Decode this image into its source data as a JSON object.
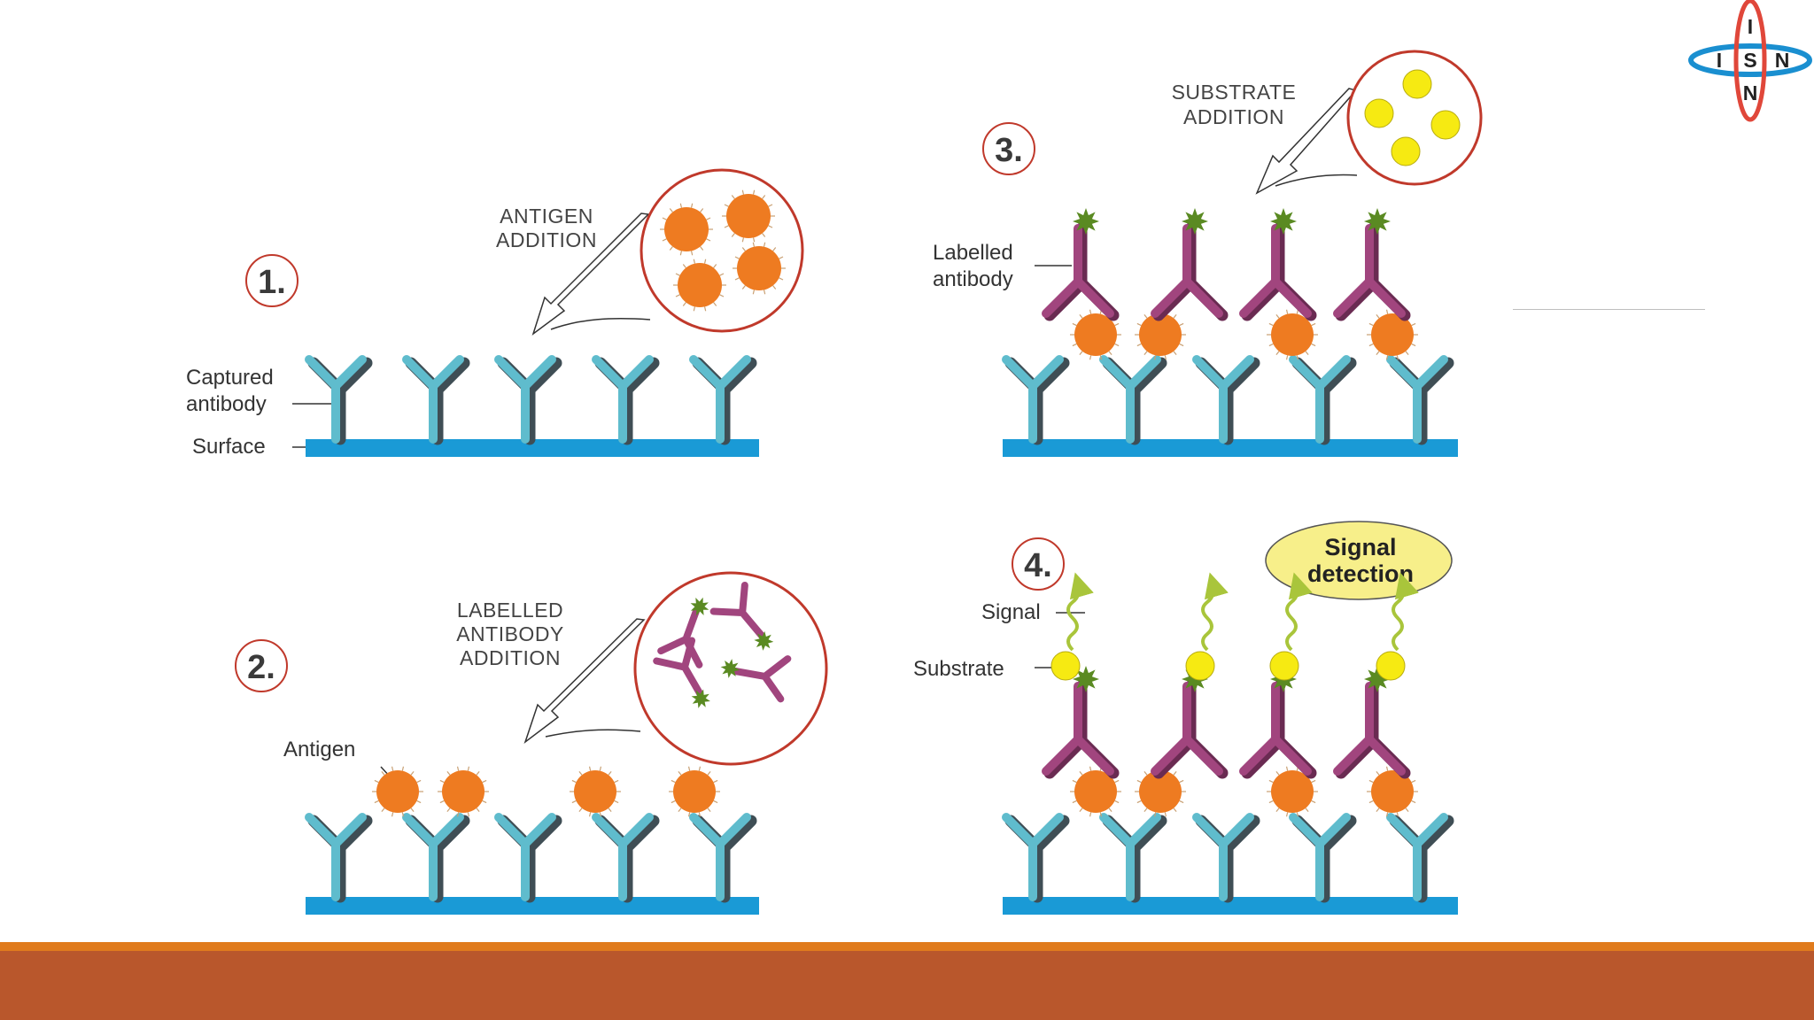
{
  "logo": {
    "letters": [
      "I",
      "I",
      "S",
      "N",
      "N"
    ]
  },
  "panels": {
    "p1": {
      "number": "1.",
      "addition": [
        "ANTIGEN",
        "ADDITION"
      ],
      "captured": [
        "Captured",
        "antibody"
      ],
      "surface": "Surface"
    },
    "p2": {
      "number": "2.",
      "addition": [
        "LABELLED",
        "ANTIBODY",
        "ADDITION"
      ],
      "antigen": "Antigen"
    },
    "p3": {
      "number": "3.",
      "addition": [
        "SUBSTRATE",
        "ADDITION"
      ],
      "labelled": [
        "Labelled",
        "antibody"
      ]
    },
    "p4": {
      "number": "4.",
      "signal": "Signal",
      "substrate": "Substrate",
      "detection": [
        "Signal",
        "detection"
      ]
    }
  },
  "colors": {
    "footer_band": "#b9572c",
    "footer_stripe": "#e07b1d",
    "surface": "#1a9ad6",
    "capture_antibody": "#5fbccd",
    "labelled_antibody": "#a1457e",
    "antigen": "#ee7b21",
    "substrate": "#f6ea12",
    "label_tag": "#5a8a22",
    "signal": "#a9c53b",
    "circle_outline": "#c0392b",
    "detection_fill": "#f7ef8a"
  }
}
